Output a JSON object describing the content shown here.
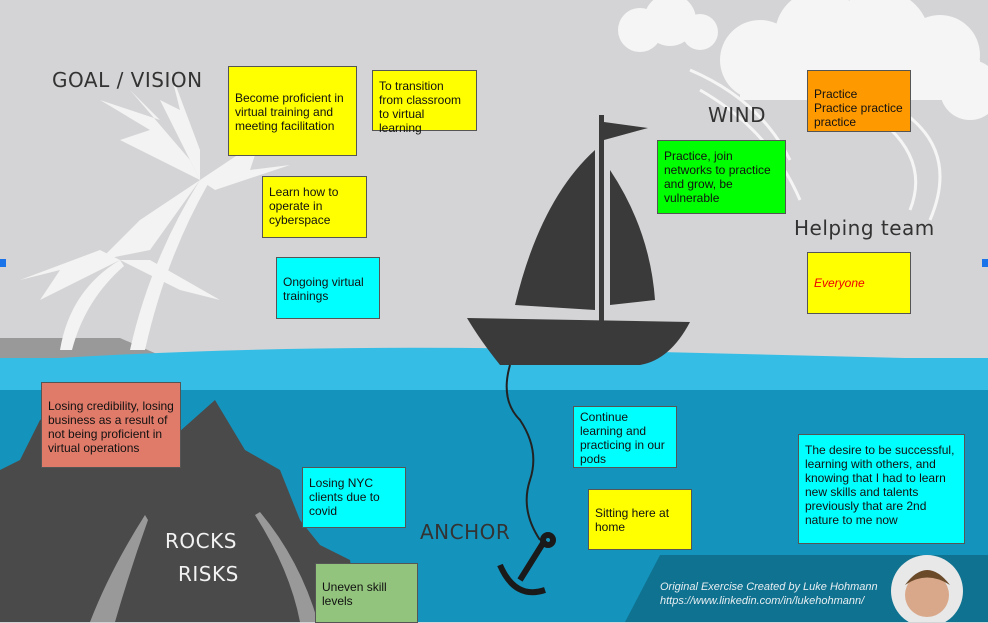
{
  "labels": {
    "goal": "GOAL / VISION",
    "wind": "WIND",
    "helping": "Helping team",
    "anchor": "ANCHOR",
    "rocks": "ROCKS",
    "risks": "RISKS"
  },
  "notes": {
    "goal1": "Become proficient in virtual training and meeting facilitation",
    "goal2": "To transition from classroom to virtual learning",
    "goal3": "Learn how to operate in cyberspace",
    "goal4": "Ongoing virtual trainings",
    "wind1": "Practice, join networks to practice and grow, be vulnerable",
    "wind2": "Practice Practice practice practice",
    "help1": "Everyone",
    "risk1": "Losing credibility, losing business as a result of not being proficient in virtual operations",
    "risk2": "Losing NYC clients due to covid",
    "risk3": "Uneven skill levels",
    "anchor1": "Continue learning and practicing in our pods",
    "anchor2": "Sitting here at home",
    "anchor3": "The desire to be successful, learning with others, and knowing that I had to learn new skills and talents previously that are 2nd nature to me now"
  },
  "credit": {
    "line1": "Original Exercise Created by Luke Hohmann",
    "line2": "https://www.linkedin.com/in/lukehohmann/"
  },
  "colors": {
    "sky": "#d4d4d6",
    "water_top": "#36bde6",
    "water": "#1494bd",
    "rock": "#4a4a4a",
    "sticky_yellow": "#ffff00",
    "sticky_cyan": "#00ffff"
  }
}
